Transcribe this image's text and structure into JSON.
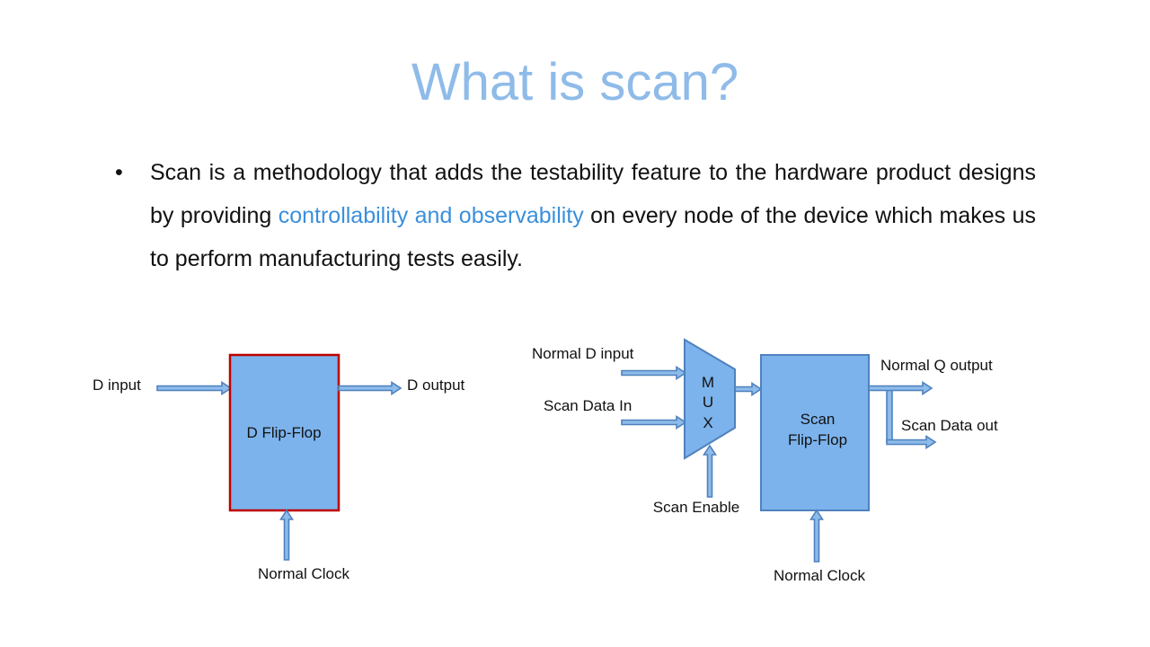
{
  "slide": {
    "title": "What is scan?",
    "bullet": {
      "marker": "•",
      "text_before": "Scan is a methodology that adds the testability feature to the hardware product designs by providing ",
      "highlight": "controllability and observability",
      "text_after": " on every node of the device which makes us to perform manufacturing tests easily."
    }
  },
  "left_diagram": {
    "input_label": "D input",
    "output_label": "D output",
    "block_label": "D Flip-Flop",
    "clock_label": "Normal Clock"
  },
  "right_diagram": {
    "normal_input_label": "Normal D input",
    "scan_input_label": "Scan Data In",
    "mux_letters": [
      "M",
      "U",
      "X"
    ],
    "scan_enable_label": "Scan Enable",
    "block_label_line1": "Scan",
    "block_label_line2": "Flip-Flop",
    "q_output_label": "Normal Q output",
    "scan_output_label": "Scan Data out",
    "clock_label": "Normal Clock"
  },
  "colors": {
    "title": "#8fbbe9",
    "highlight": "#3a8fdc",
    "block_fill": "#7cb3ec",
    "left_border": "#c00000",
    "arrow_stroke": "#4f81bd"
  }
}
